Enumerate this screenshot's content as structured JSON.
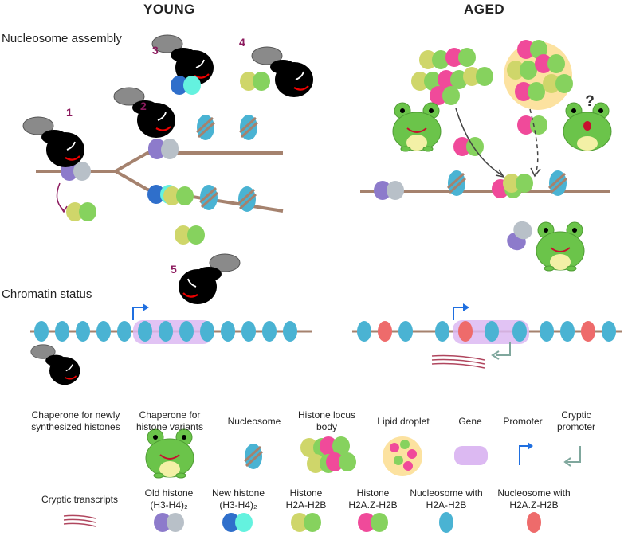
{
  "headers": {
    "young": "YOUNG",
    "aged": "AGED"
  },
  "sections": {
    "assembly": "Nucleosome assembly",
    "chromatin": "Chromatin status"
  },
  "chaperone_numbers": [
    "1",
    "2",
    "3",
    "4",
    "5"
  ],
  "question_mark": "?",
  "legend": {
    "row1": [
      {
        "label": "Chaperone for newly\nsynthesized histones",
        "icon": "tadpole-icon"
      },
      {
        "label": "Chaperone for\nhistone variants",
        "icon": "frog-icon"
      },
      {
        "label": "Nucleosome",
        "icon": "nucleosome-icon"
      },
      {
        "label": "Histone locus\nbody",
        "icon": "histone-locus-body-icon"
      },
      {
        "label": "Lipid droplet",
        "icon": "lipid-droplet-icon"
      },
      {
        "label": "Gene",
        "icon": "gene-icon"
      },
      {
        "label": "Promoter",
        "icon": "promoter-arrow-icon"
      },
      {
        "label": "Cryptic\npromoter",
        "icon": "cryptic-promoter-arrow-icon"
      }
    ],
    "row2": [
      {
        "label": "Cryptic transcripts",
        "icon": "cryptic-transcripts-icon"
      },
      {
        "label": "Old histone\n(H3-H4)₂",
        "icon": "old-histone-icon"
      },
      {
        "label": "New histone\n(H3-H4)₂",
        "icon": "new-histone-icon"
      },
      {
        "label": "Histone\nH2A-H2B",
        "icon": "h2a-h2b-icon"
      },
      {
        "label": "Histone\nH2A.Z-H2B",
        "icon": "h2az-h2b-icon"
      },
      {
        "label": "Nucleosome with\nH2A-H2B",
        "icon": "nucleosome-h2a-icon"
      },
      {
        "label": "Nucleosome with\nH2A.Z-H2B",
        "icon": "nucleosome-h2az-icon"
      }
    ]
  },
  "colors": {
    "dna": "#a5826e",
    "nucleosome_blue": "#4ab3d3",
    "nucleosome_red": "#ee6b6b",
    "old_histone_purple": "#8d7bcb",
    "old_histone_gray": "#b8c0c8",
    "new_histone_blue": "#2f6fcb",
    "new_histone_cyan": "#64f2df",
    "h2a_yellow": "#cfd66a",
    "h2b_green": "#86d25e",
    "h2az_pink": "#f04a9a",
    "gene_lilac": "#dcb9f2",
    "lipid_yellow": "#fce2a0",
    "chaperone_number": "#8c1a5e",
    "frog_green": "#6bc44a",
    "promoter_blue": "#1f6fe0",
    "cryptic_promoter_gray": "#7fa79d",
    "transcript_red": "#b0465e"
  }
}
